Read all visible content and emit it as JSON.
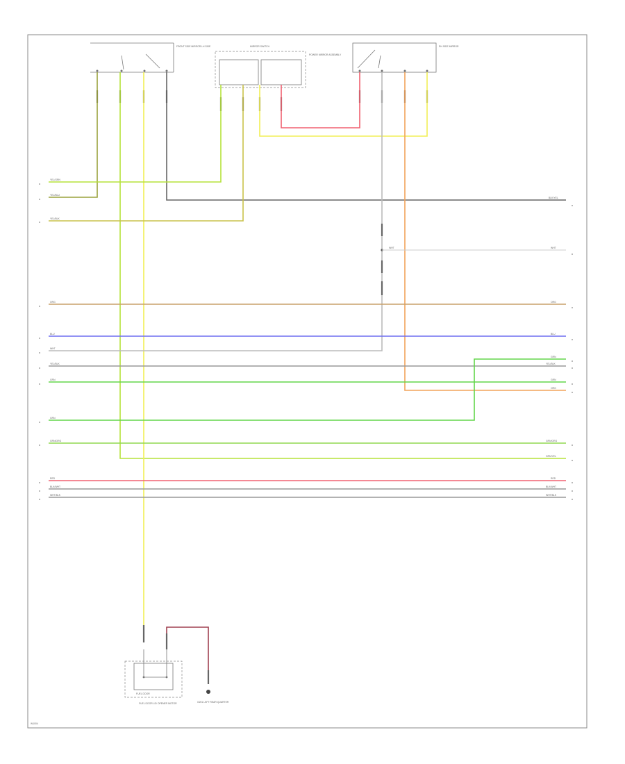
{
  "diagram": {
    "figure_id": "W1004",
    "components": {
      "left_switch_label": "FRONT SIDE MIRROR LH SIDE",
      "mid_connector_label": "MIRROR SWITCH",
      "mid_text": "POWER MIRROR ASSEMBLY",
      "right_switch_label": "RH SIDE MIRROR",
      "fuel_door_label": "FUEL DOOR LID OPENER MOTOR",
      "ground_label": "G201 LEFT REAR QUARTER",
      "fuel_box_label": "FUEL DOOR"
    },
    "wires": {
      "left": [
        {
          "id": "w1",
          "label": "YEL/GRN"
        },
        {
          "id": "w2",
          "label": "YEL/BLU"
        },
        {
          "id": "w3",
          "label": "YEL/BLK"
        },
        {
          "id": "w4",
          "label": "ORG"
        },
        {
          "id": "w5",
          "label": "BLU"
        },
        {
          "id": "w6",
          "label": "WHT"
        },
        {
          "id": "w7",
          "label": "YEL/BLK"
        },
        {
          "id": "w8",
          "label": "GRN"
        },
        {
          "id": "w9",
          "label": "GRN"
        },
        {
          "id": "w10",
          "label": "GRN/ORG"
        },
        {
          "id": "w11",
          "label": "RED"
        },
        {
          "id": "w12",
          "label": "BLK/WHT"
        },
        {
          "id": "w13",
          "label": "WHT/BLK"
        }
      ],
      "right": [
        {
          "id": "r1",
          "label": "BLK/YEL"
        },
        {
          "id": "r2",
          "label": "WHT"
        },
        {
          "id": "r3",
          "label": "ORG"
        },
        {
          "id": "r4",
          "label": "BLU"
        },
        {
          "id": "r5",
          "label": "GRN"
        },
        {
          "id": "r6",
          "label": "YEL/BLK"
        },
        {
          "id": "r7",
          "label": "GRN"
        },
        {
          "id": "r8",
          "label": "ORG"
        },
        {
          "id": "r9",
          "label": "GRN/ORG"
        },
        {
          "id": "r10",
          "label": "GRN/YEL"
        },
        {
          "id": "r11",
          "label": "RED"
        },
        {
          "id": "r12",
          "label": "BLK/WHT"
        },
        {
          "id": "r13",
          "label": "WHT/BLK"
        }
      ],
      "splice_label": "WHT"
    },
    "colors": {
      "yellow": "#f2ef55",
      "lime": "#b5e23a",
      "green": "#62d64a",
      "orange": "#f2a35a",
      "tan": "#c9a16a",
      "blue": "#6f6ff0",
      "red": "#f06070",
      "gray": "#8e8e8e",
      "dark": "#555555",
      "olive": "#9aa23c"
    }
  }
}
